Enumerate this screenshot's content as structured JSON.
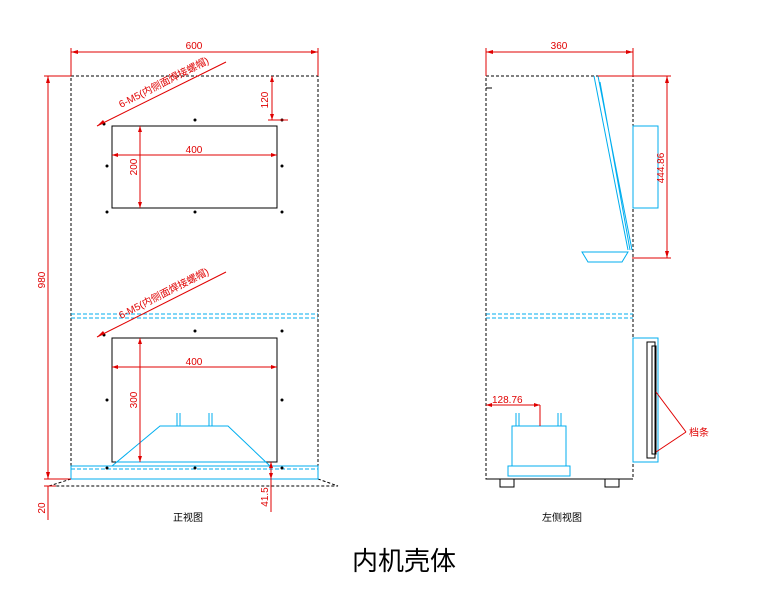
{
  "diagram": {
    "title": "内机壳体",
    "front_view": {
      "caption": "正视图",
      "dims": {
        "width": "600",
        "height": "980",
        "bottom": "20",
        "top_offset": "120",
        "upper_opening_w": "400",
        "upper_opening_h": "200",
        "lower_opening_w": "400",
        "lower_opening_h": "300",
        "base_offset": "41.5"
      },
      "notes": {
        "upper_bolts": "6-M5(内侧面焊接螺帽)",
        "lower_bolts": "6-M5(内侧面焊接螺帽)"
      }
    },
    "side_view": {
      "caption": "左侧视图",
      "dims": {
        "depth": "360",
        "panel_height": "444.86",
        "inner_offset": "128.76"
      },
      "notes": {
        "stop_strip": "档条"
      }
    }
  }
}
